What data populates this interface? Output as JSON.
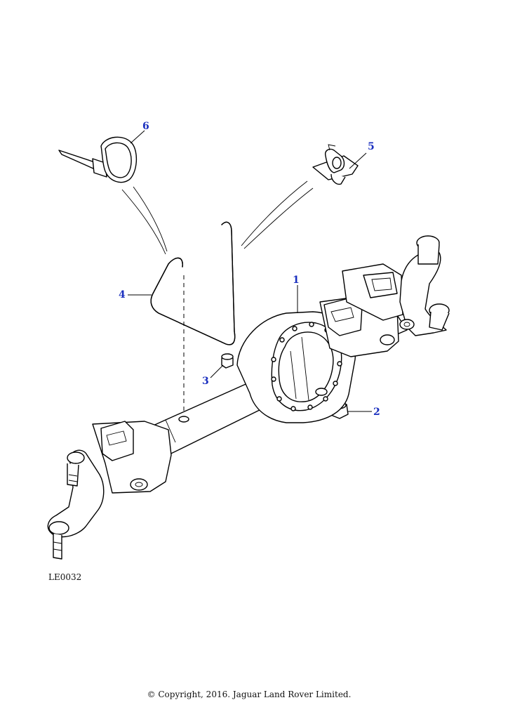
{
  "diagram": {
    "callouts": [
      {
        "id": "1",
        "label": "1"
      },
      {
        "id": "2",
        "label": "2"
      },
      {
        "id": "3",
        "label": "3"
      },
      {
        "id": "4",
        "label": "4"
      },
      {
        "id": "5",
        "label": "5"
      },
      {
        "id": "6",
        "label": "6"
      }
    ],
    "reference_code": "LE0032",
    "copyright": "© Copyright, 2016. Jaguar Land Rover Limited.",
    "accent_color": "#1a2fbf"
  }
}
